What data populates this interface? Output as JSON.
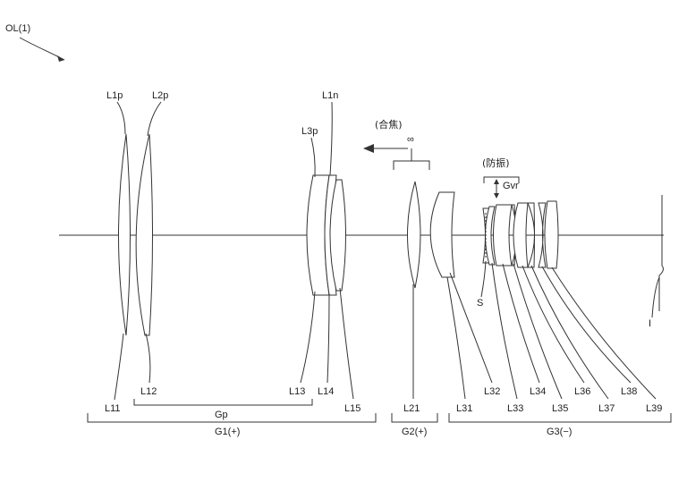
{
  "figure_label": "OL(1)",
  "focus_label": "(合焦)",
  "infinity_label": "∞",
  "vr_label": "(防振)",
  "gvr_label": "Gvr",
  "stop_label": "S",
  "image_label": "I",
  "top_labels": {
    "L1p": "L1p",
    "L2p": "L2p",
    "L3p": "L3p",
    "L1n": "L1n"
  },
  "lens_labels": {
    "L11": "L11",
    "L12": "L12",
    "L13": "L13",
    "L14": "L14",
    "L15": "L15",
    "L21": "L21",
    "L31": "L31",
    "L32": "L32",
    "L33": "L33",
    "L34": "L34",
    "L35": "L35",
    "L36": "L36",
    "L37": "L37",
    "L38": "L38",
    "L39": "L39"
  },
  "group_labels": {
    "Gp": "Gp",
    "G1": "G1(+)",
    "G2": "G2(+)",
    "G3": "G3(−)"
  },
  "colors": {
    "line": "#333333",
    "text": "#222222",
    "background": "#ffffff"
  }
}
